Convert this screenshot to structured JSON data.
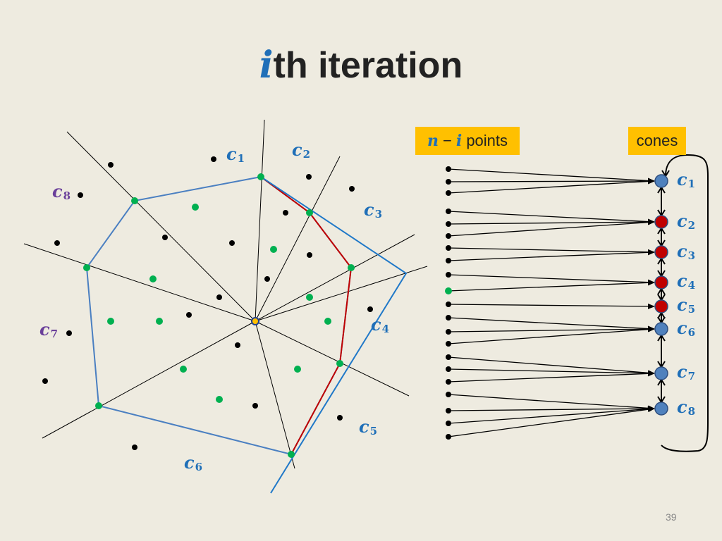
{
  "slide": {
    "title_var": "i",
    "title_text": "th iteration",
    "page_number": "39"
  },
  "labels": {
    "n_var": "n",
    "minus": "−",
    "i_var": "i",
    "points_word": "points",
    "cones": "cones"
  },
  "cone_labels": {
    "left": [
      {
        "base": "c",
        "sub": "1"
      },
      {
        "base": "c",
        "sub": "2"
      },
      {
        "base": "c",
        "sub": "3"
      },
      {
        "base": "c",
        "sub": "4"
      },
      {
        "base": "c",
        "sub": "5"
      },
      {
        "base": "c",
        "sub": "6"
      },
      {
        "base": "c",
        "sub": "7"
      },
      {
        "base": "c",
        "sub": "8"
      }
    ],
    "right": [
      {
        "base": "c",
        "sub": "1"
      },
      {
        "base": "c",
        "sub": "2"
      },
      {
        "base": "c",
        "sub": "3"
      },
      {
        "base": "c",
        "sub": "4"
      },
      {
        "base": "c",
        "sub": "5"
      },
      {
        "base": "c",
        "sub": "6"
      },
      {
        "base": "c",
        "sub": "7"
      },
      {
        "base": "c",
        "sub": "8"
      }
    ]
  },
  "colors": {
    "background": "#eeebe0",
    "hull_blue": "#4a7fc1",
    "hull_red": "#c00000",
    "green_point": "#00b050",
    "black_point": "#000000",
    "cone_blue": "#4f81bd",
    "cone_red": "#c00000",
    "accent_box": "#ffc000"
  },
  "cone_states": [
    "blue",
    "red",
    "red",
    "red",
    "red",
    "blue",
    "blue",
    "blue"
  ]
}
